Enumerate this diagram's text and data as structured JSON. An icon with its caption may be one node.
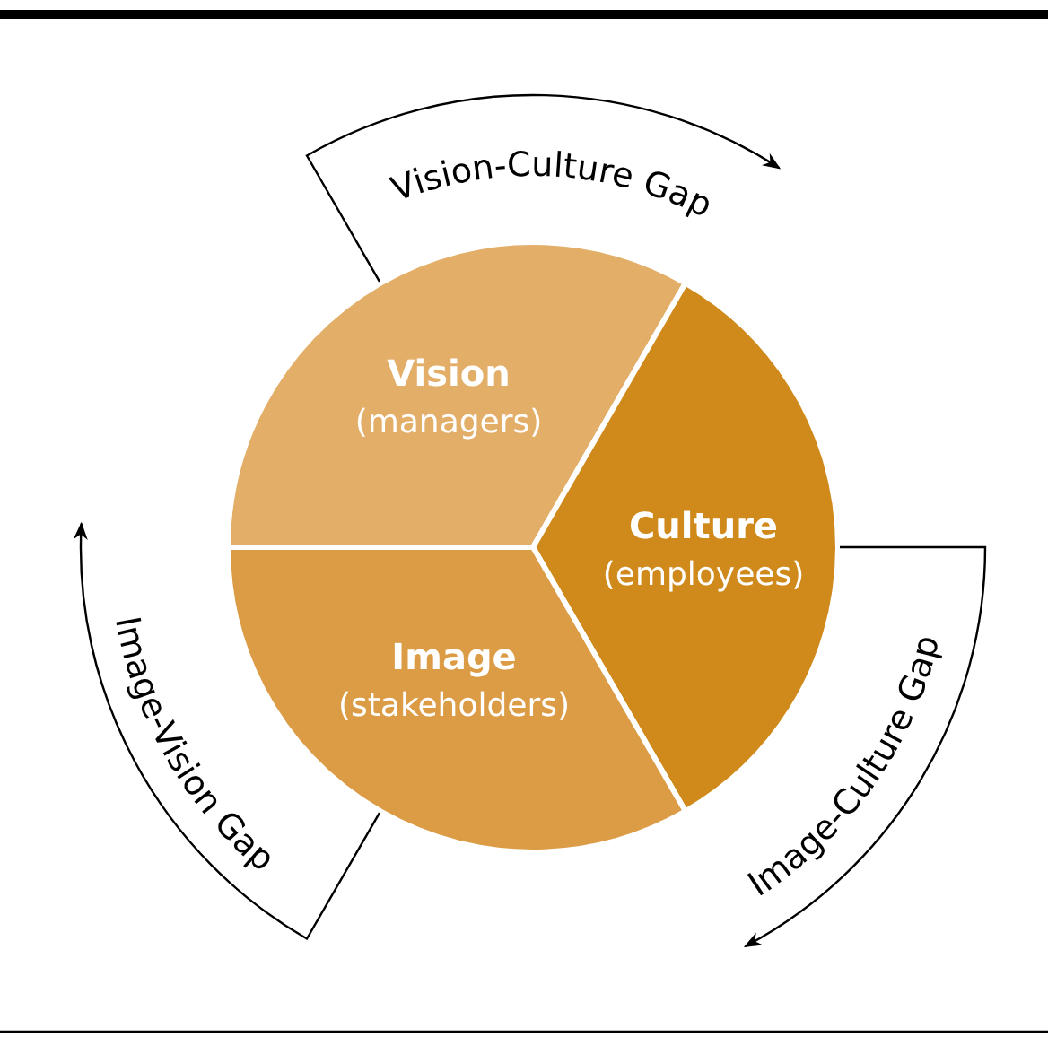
{
  "diagram": {
    "nodes": [
      {
        "text": [
          "Vision",
          "(managers)"
        ]
      },
      {
        "text": [
          "Culture",
          "(employees)"
        ]
      },
      {
        "text": [
          "Image",
          "(stakeholders)"
        ]
      }
    ],
    "edges": [
      {
        "from": 0,
        "to": 1,
        "arrow": "to",
        "label": "Vision-Culture Gap"
      },
      {
        "from": 1,
        "to": 2,
        "arrow": "to",
        "label": "Image-Culture Gap"
      },
      {
        "from": 2,
        "to": 0,
        "arrow": "to",
        "label": "Image-Vision Gap"
      }
    ]
  }
}
